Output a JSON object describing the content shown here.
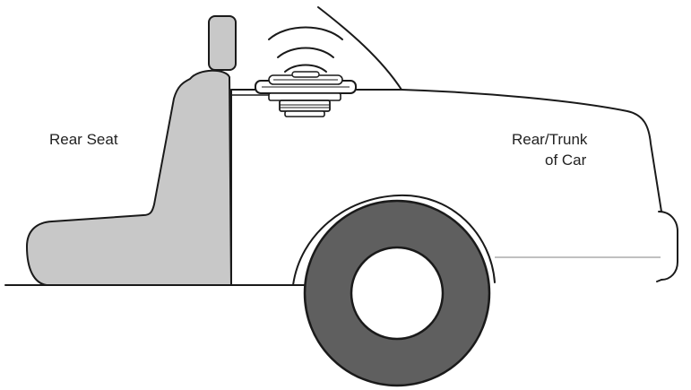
{
  "labels": {
    "rear_seat": "Rear Seat",
    "rear_trunk_line1": "Rear/Trunk",
    "rear_trunk_line2": "of Car"
  },
  "colors": {
    "seat_fill": "#c8c8c8",
    "tire_fill": "#5f5f5f",
    "outline": "#1a1a1a",
    "background": "#ffffff",
    "bumper_line": "#9a9a9a"
  },
  "icons": {
    "speaker": "speaker-icon",
    "sound_waves": "sound-waves-icon"
  }
}
